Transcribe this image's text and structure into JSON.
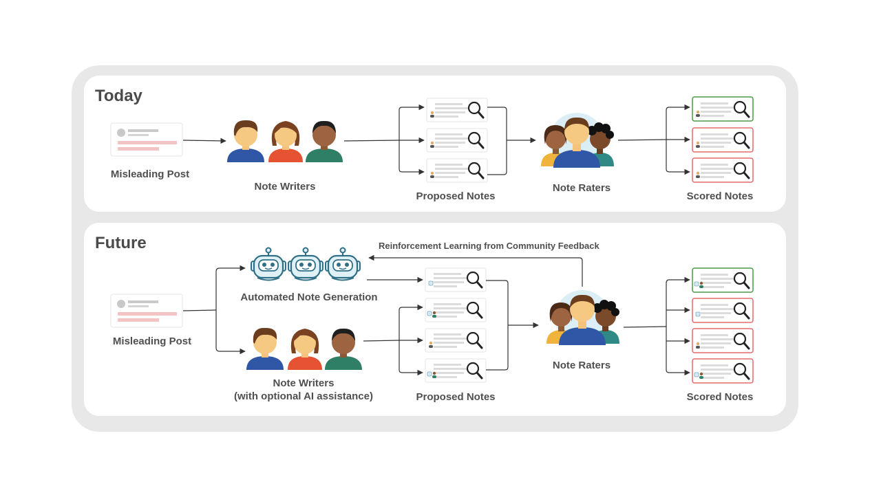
{
  "today": {
    "title": "Today",
    "misleading_post": "Misleading Post",
    "note_writers": "Note Writers",
    "proposed_notes": "Proposed Notes",
    "note_raters": "Note Raters",
    "scored_notes": "Scored Notes"
  },
  "future": {
    "title": "Future",
    "misleading_post": "Misleading Post",
    "automated_generation": "Automated Note Generation",
    "note_writers_line1": "Note Writers",
    "note_writers_line2": "(with optional AI assistance)",
    "proposed_notes": "Proposed Notes",
    "note_raters": "Note Raters",
    "scored_notes": "Scored Notes",
    "feedback_loop": "Reinforcement Learning from Community Feedback"
  },
  "colors": {
    "helpful_border": "#4a9a47",
    "not_helpful_border": "#e06c6c",
    "arrow": "#333333",
    "panel_bg": "#ffffff",
    "outer_bg": "#e8e8e8"
  }
}
